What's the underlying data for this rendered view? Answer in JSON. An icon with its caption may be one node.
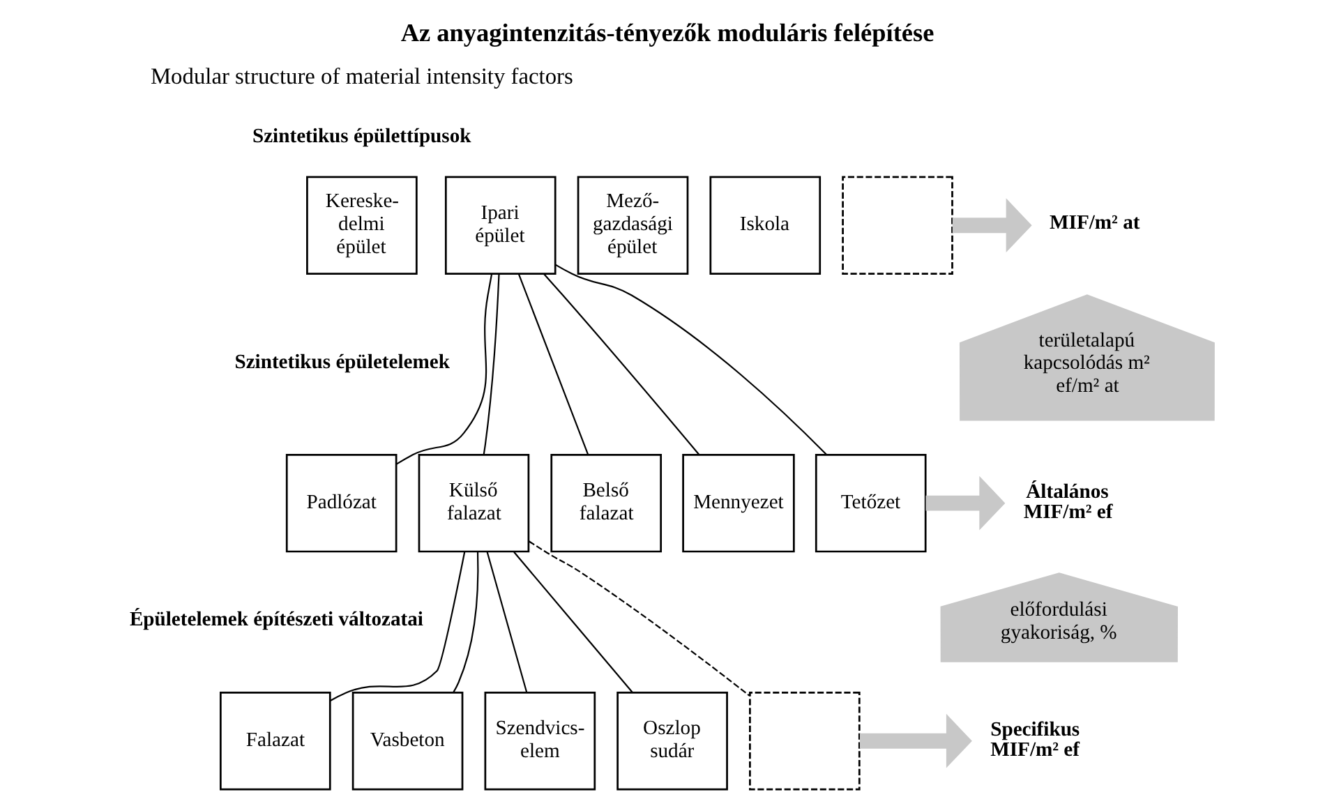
{
  "diagram": {
    "title": "Az anyagintenzitás-tényezők moduláris felépítése",
    "nodes": [
      {
        "text": [
          "Kereske- delmi épület"
        ]
      },
      {
        "text": [
          "Ipari épület"
        ]
      },
      {
        "text": [
          "Mező- gazdasági épület"
        ]
      },
      {
        "text": [
          "Iskola"
        ]
      },
      {
        "text": [],
        "shape": "box"
      },
      {
        "text": [
          "Padlózat"
        ]
      },
      {
        "text": [
          "Külső falazat"
        ]
      },
      {
        "text": [
          "Belső falazat"
        ]
      },
      {
        "text": [
          "Mennyezet"
        ]
      },
      {
        "text": [
          "Tetőzet"
        ]
      },
      {
        "text": [
          "Falazat"
        ]
      },
      {
        "text": [
          "Vasbeton"
        ]
      },
      {
        "text": [
          "Szendvics- elem"
        ]
      },
      {
        "text": [
          "Oszlop sudár"
        ]
      },
      {
        "text": [],
        "shape": "box"
      },
      {
        "text": [
          "MIF/m² at"
        ]
      },
      {
        "text": [
          "területalapú kapcsolódás m² ef/m² at"
        ]
      },
      {
        "text": [
          "Általános MIF/m² ef"
        ]
      },
      {
        "text": [
          "előfordulási gyakoriság, %"
        ]
      },
      {
        "text": [
          "Specifikus MIF/m² ef"
        ]
      }
    ],
    "edges": [
      {
        "from": 1,
        "to": 5,
        "arrow": "none"
      },
      {
        "from": 1,
        "to": 6,
        "arrow": "none"
      },
      {
        "from": 1,
        "to": 7,
        "arrow": "none"
      },
      {
        "from": 1,
        "to": 8,
        "arrow": "none"
      },
      {
        "from": 1,
        "to": 9,
        "arrow": "none"
      },
      {
        "from": 6,
        "to": 10,
        "arrow": "none"
      },
      {
        "from": 6,
        "to": 11,
        "arrow": "none"
      },
      {
        "from": 6,
        "to": 12,
        "arrow": "none"
      },
      {
        "from": 6,
        "to": 13,
        "arrow": "none"
      },
      {
        "from": 6,
        "to": 14,
        "arrow": "none",
        "style": "dashed"
      },
      {
        "from": 4,
        "to": 15,
        "arrow": "to",
        "style": "thick",
        "color": "#c8c8c8"
      },
      {
        "from": 9,
        "to": 17,
        "arrow": "to",
        "style": "thick",
        "color": "#c8c8c8"
      },
      {
        "from": 14,
        "to": 19,
        "arrow": "to",
        "style": "thick",
        "color": "#c8c8c8"
      }
    ],
    "labels": [
      "Modular structure of material intensity factors",
      "Szintetikus épülettípusok",
      "Szintetikus épületelemek",
      "Épületelemek építészeti változatai"
    ]
  }
}
